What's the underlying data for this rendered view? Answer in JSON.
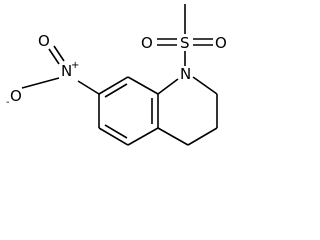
{
  "structure": {
    "atoms": {
      "sulfonyl_S": "S",
      "sulfonyl_O_left": "O",
      "sulfonyl_O_right": "O",
      "ring_N": "N",
      "nitro_N": "N",
      "nitro_O_upper": "O",
      "nitro_O_lower": "O"
    },
    "charges": {
      "nitro_N": "+",
      "nitro_O_lower": "-"
    }
  }
}
